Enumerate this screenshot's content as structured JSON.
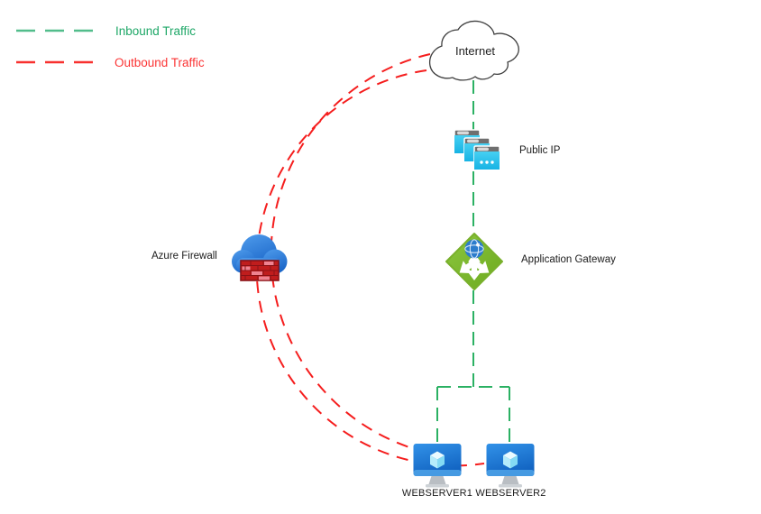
{
  "legend": {
    "items": [
      {
        "label": "Inbound Traffic",
        "line_style": "dashed",
        "color": "#1ea767",
        "line_color": "#52bd8b"
      },
      {
        "label": "Outbound Traffic",
        "line_style": "dashed",
        "color": "#fb3434",
        "line_color": "#f8312f"
      }
    ]
  },
  "nodes": {
    "internet": {
      "label": "Internet",
      "icon": "cloud-outline-icon"
    },
    "public_ip": {
      "label": "Public IP",
      "icon": "public-ip-windows-icon"
    },
    "application_gateway": {
      "label": "Application Gateway",
      "icon": "app-gateway-diamond-icon"
    },
    "azure_firewall": {
      "label": "Azure Firewall",
      "icon": "firewall-cloud-brick-icon"
    },
    "webserver1": {
      "label": "WEBSERVER1",
      "icon": "vm-monitor-icon"
    },
    "webserver2": {
      "label": "WEBSERVER2",
      "icon": "vm-monitor-icon"
    }
  },
  "connections": [
    {
      "from": "internet",
      "to": "public_ip",
      "type": "inbound"
    },
    {
      "from": "public_ip",
      "to": "application_gateway",
      "type": "inbound"
    },
    {
      "from": "application_gateway",
      "to": "webserver1",
      "type": "inbound"
    },
    {
      "from": "application_gateway",
      "to": "webserver2",
      "type": "inbound"
    },
    {
      "from": "webserver1",
      "to": "azure_firewall",
      "type": "outbound"
    },
    {
      "from": "webserver2",
      "to": "azure_firewall",
      "type": "outbound"
    },
    {
      "from": "azure_firewall",
      "to": "internet",
      "type": "outbound"
    }
  ],
  "colors": {
    "canvas": "#ffffff",
    "inbound_line": "#2bb163",
    "outbound_line": "#f51d1d",
    "label_text": "#1b1b1b",
    "firewall_cloud_blue": "#2e7cd6",
    "brick_red": "#c01d1d",
    "brick_pink": "#ef8391",
    "gateway_green": "#7ab82a",
    "public_ip_cyan": "#2fc2ea",
    "vm_blue": "#1e7ad4"
  }
}
